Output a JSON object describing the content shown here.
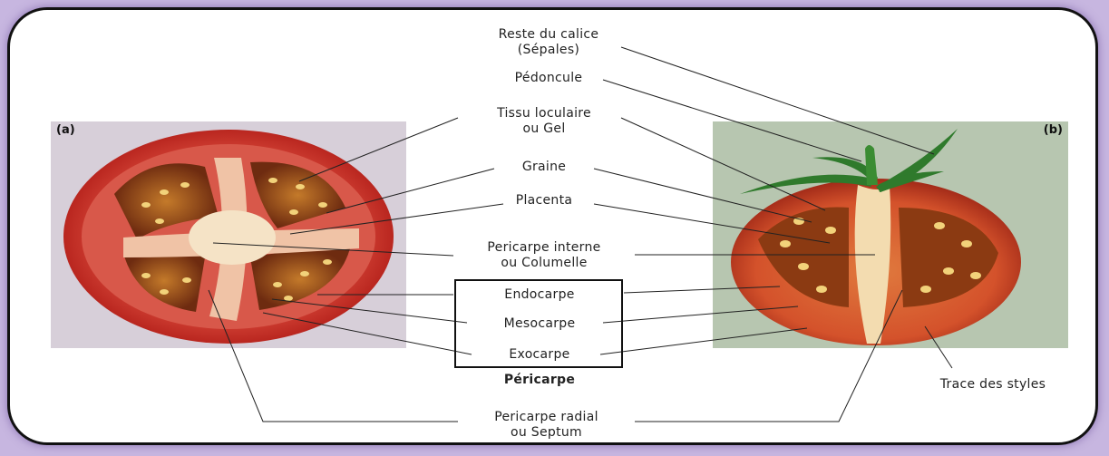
{
  "panels": {
    "a": "(a)",
    "b": "(b)"
  },
  "labels": {
    "calice_1": "Reste du calice",
    "calice_2": "(Sépales)",
    "pedoncule": "Pédoncule",
    "tissu_1": "Tissu loculaire",
    "tissu_2": "ou Gel",
    "graine": "Graine",
    "placenta": "Placenta",
    "pericarpe_interne_1": "Pericarpe interne",
    "pericarpe_interne_2": "ou Columelle",
    "endocarpe": "Endocarpe",
    "mesocarpe": "Mesocarpe",
    "exocarpe": "Exocarpe",
    "pericarpe": "Péricarpe",
    "pericarpe_radial_1": "Pericarpe radial",
    "pericarpe_radial_2": "ou Septum",
    "trace_styles": "Trace des styles"
  },
  "colors": {
    "background": "#c7b6e0",
    "pericarp_outer": "#cf3b34",
    "locular_gel": "#8a3a12",
    "placenta": "#f3e2c2",
    "seed": "#f2d27a",
    "sepal": "#2f7a2c"
  }
}
